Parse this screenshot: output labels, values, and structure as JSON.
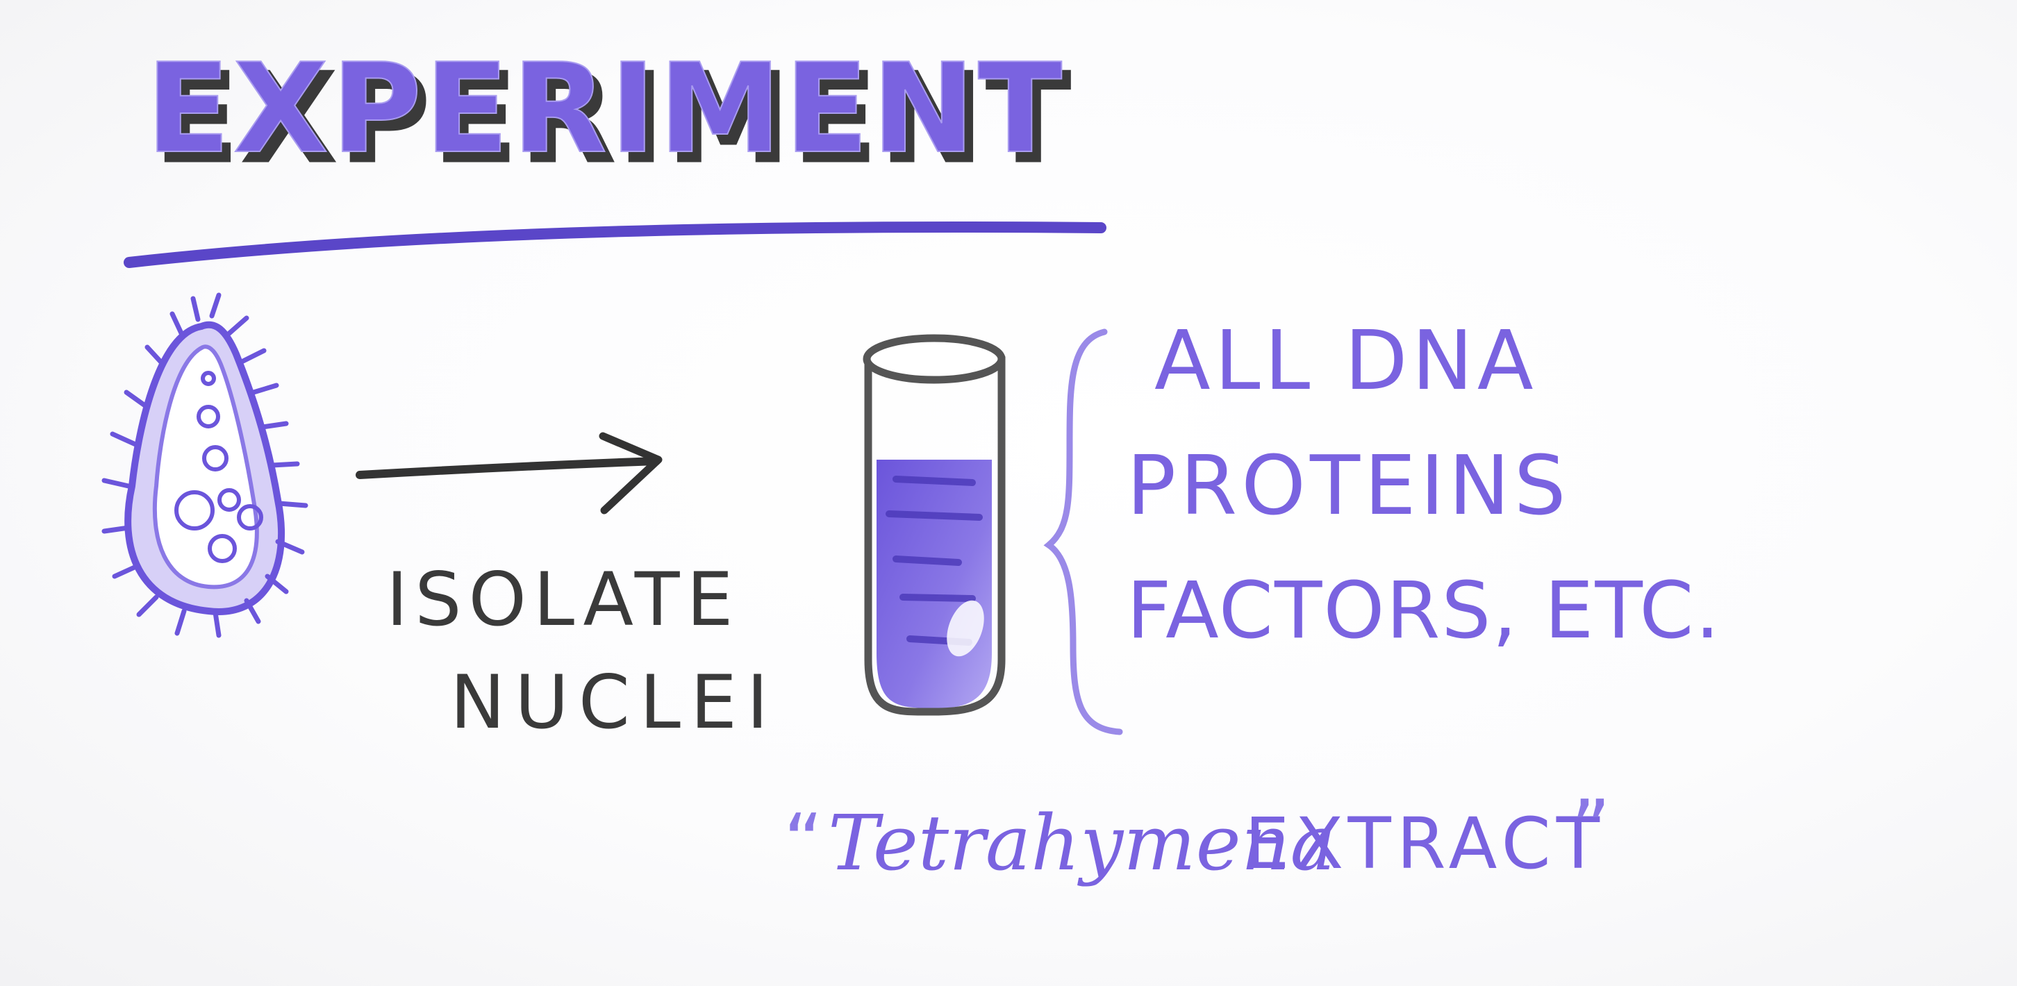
{
  "colors": {
    "purple": "#7a63e0",
    "purple_dark": "#5a46c8",
    "purple_light": "#a99cf0",
    "ink_black": "#3a3a3a",
    "ink_gray": "#555555",
    "paper": "#ffffff"
  },
  "title": "EXPERIMENT",
  "process": {
    "step_line1": "ISOLATE",
    "step_line2": "NUCLEI"
  },
  "contents": {
    "items": [
      "ALL DNA",
      "PROTEINS",
      "FACTORS, ETC."
    ]
  },
  "caption": {
    "open_quote": "“",
    "organism": "Tetrahymena",
    "word": "EXTRACT",
    "close_quote": "”"
  },
  "icons": {
    "cell": "ciliate-cell-icon",
    "arrow": "right-arrow-icon",
    "tube": "test-tube-icon",
    "brace": "left-curly-brace-icon"
  }
}
